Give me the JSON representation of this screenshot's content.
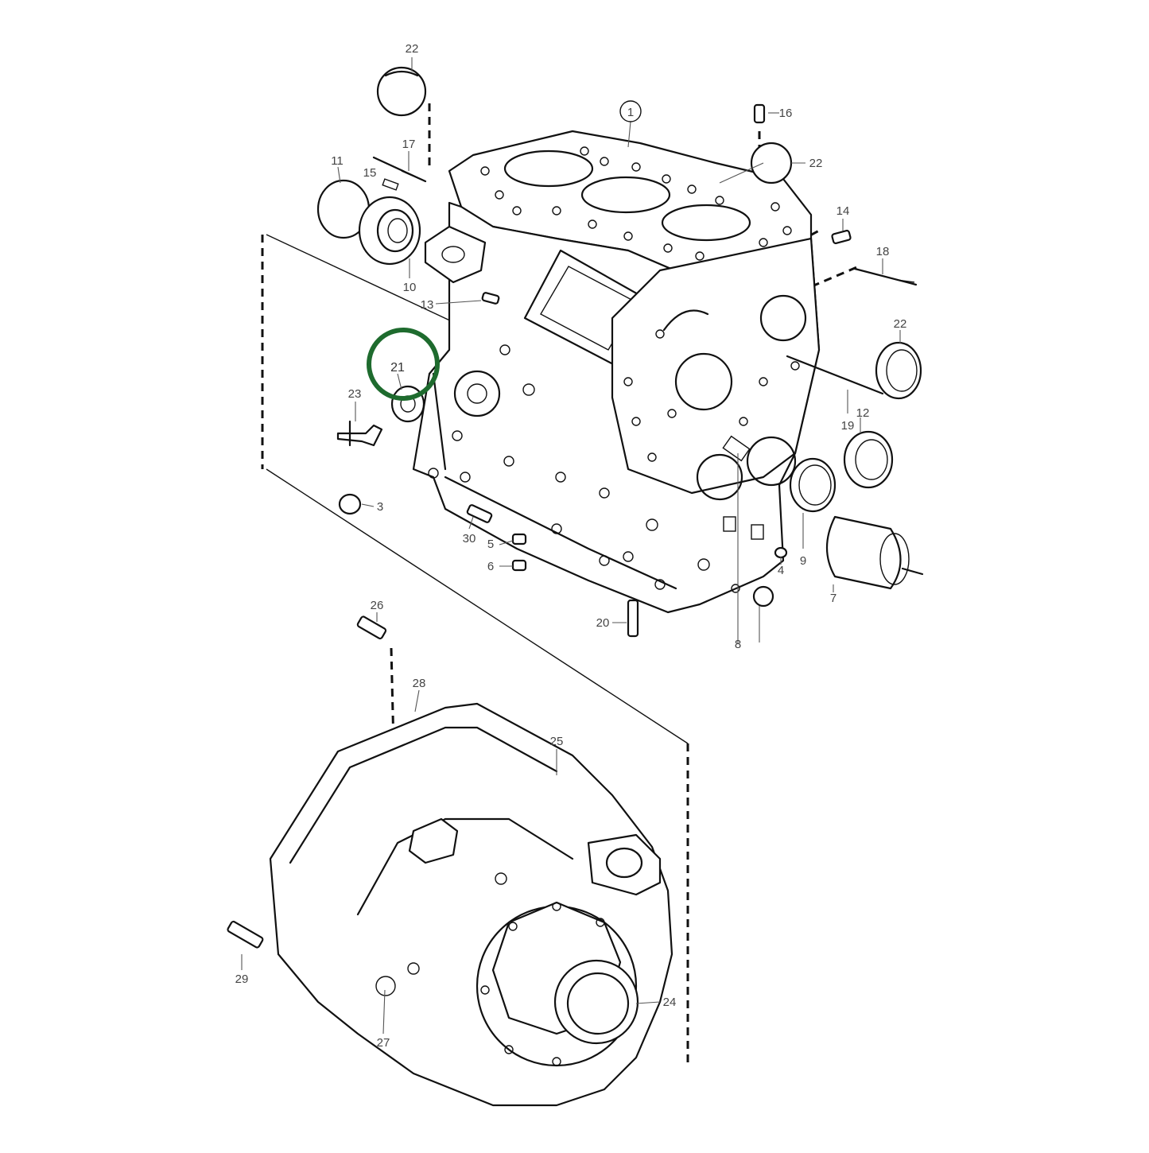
{
  "diagram": {
    "highlight": {
      "label": "21",
      "color": "#1e6b2e"
    },
    "callouts": [
      {
        "id": "c1",
        "label": "1"
      },
      {
        "id": "c3",
        "label": "3"
      },
      {
        "id": "c4",
        "label": "4"
      },
      {
        "id": "c5",
        "label": "5"
      },
      {
        "id": "c6",
        "label": "6"
      },
      {
        "id": "c7",
        "label": "7"
      },
      {
        "id": "c8",
        "label": "8"
      },
      {
        "id": "c9",
        "label": "9"
      },
      {
        "id": "c10",
        "label": "10"
      },
      {
        "id": "c11",
        "label": "11"
      },
      {
        "id": "c12",
        "label": "12"
      },
      {
        "id": "c13",
        "label": "13"
      },
      {
        "id": "c14",
        "label": "14"
      },
      {
        "id": "c15",
        "label": "15"
      },
      {
        "id": "c16",
        "label": "16"
      },
      {
        "id": "c17",
        "label": "17"
      },
      {
        "id": "c18",
        "label": "18"
      },
      {
        "id": "c19",
        "label": "19"
      },
      {
        "id": "c20",
        "label": "20"
      },
      {
        "id": "c22a",
        "label": "22"
      },
      {
        "id": "c22b",
        "label": "22"
      },
      {
        "id": "c22c",
        "label": "22"
      },
      {
        "id": "c23",
        "label": "23"
      },
      {
        "id": "c24",
        "label": "24"
      },
      {
        "id": "c25",
        "label": "25"
      },
      {
        "id": "c26",
        "label": "26"
      },
      {
        "id": "c27",
        "label": "27"
      },
      {
        "id": "c28",
        "label": "28"
      },
      {
        "id": "c29",
        "label": "29"
      },
      {
        "id": "c30",
        "label": "30"
      }
    ]
  }
}
